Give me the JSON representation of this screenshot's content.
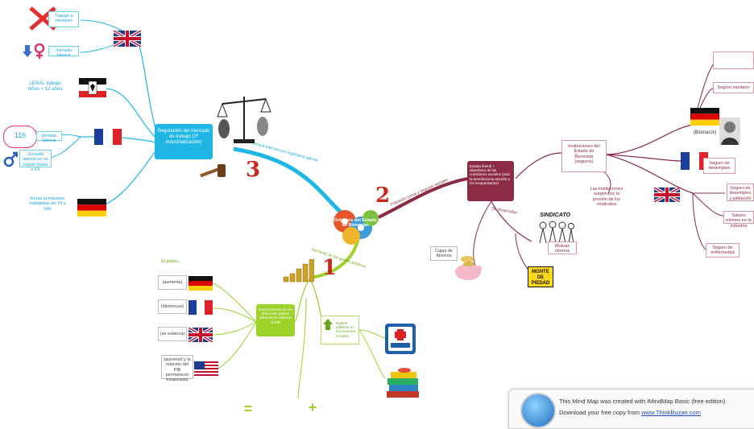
{
  "center": {
    "label": "Orígenes del Estado de Bienestar"
  },
  "branch_labels": {
    "b1": "Aumento de los gastos públicos",
    "b2": "Previsión social y seguros sociales",
    "b3": "Bloque intervención legislativa laboral",
    "se_desarrollan": "Se desarrollan"
  },
  "branch_numbers": {
    "one": "1",
    "two": "2",
    "three": "3"
  },
  "cyan": {
    "main": "Regulación del mercado de trabajo (2ª industrialización)",
    "trabajo_menores": "Trabajo a menores",
    "jornada_laboral": "Jornada laboral",
    "legal_trabajo": "LEGAL trabajo niños > 12 años",
    "horas_11": "11h",
    "jornada_diaria": "jornada laboral",
    "jornada_no_regula": "Jornada laboral no se reguló hasta s.XX",
    "horas_semanales": "Horas semanales trabajadas de 70 a 54h"
  },
  "red": {
    "estado_liberal": "Estado liberal + abandono de las cuestiones sociales (solo la beneficencia atendía a los incapacitados)",
    "instituciones": "Instituciones del Estado de Bienestar (seguros)",
    "las_instituciones": "Las instituciones surgen por la presión de los sindicatos",
    "mutuas": "Mutuas obreras",
    "cajas": "Cajas de Ahorros",
    "sindicato": "SINDICATO",
    "monte": "MONTE DE PIEDAD",
    "bismarck": "(Bismarck)",
    "seguro_sanitario": "Seguro sanitario",
    "seguro_desempleo": "Seguro de desempleo",
    "seguro_desempleo_jub": "Seguro de desempleo y jubilación",
    "salario_minimo": "Salario mínimo en la industria",
    "seguro_enfermedad": "Seguro de enfermedad"
  },
  "green": {
    "el_gasto": "El gasto...",
    "aumenta": "(aumenta)",
    "disminuye": "(disminuye)",
    "estanca": "(se estanca)",
    "usa": "(aumentó y la relación del PIB permaneció estancada)",
    "crecimiento": "Decrecimiento de los diferentes gastos públicos en relación al PIB",
    "gastos_publicos": "Gastos públicos en los sectores sociales",
    "equals": "=",
    "plus": "+"
  },
  "notice": {
    "line1": "This Mind Map was created with iMindMap Basic (free edition)",
    "line2_prefix": "Download your free copy from ",
    "link": "www.ThinkBuzan.com"
  },
  "colors": {
    "cyan": "#1fb6e6",
    "red": "#8b2b45",
    "green": "#9cd22a",
    "gray": "#333333"
  }
}
